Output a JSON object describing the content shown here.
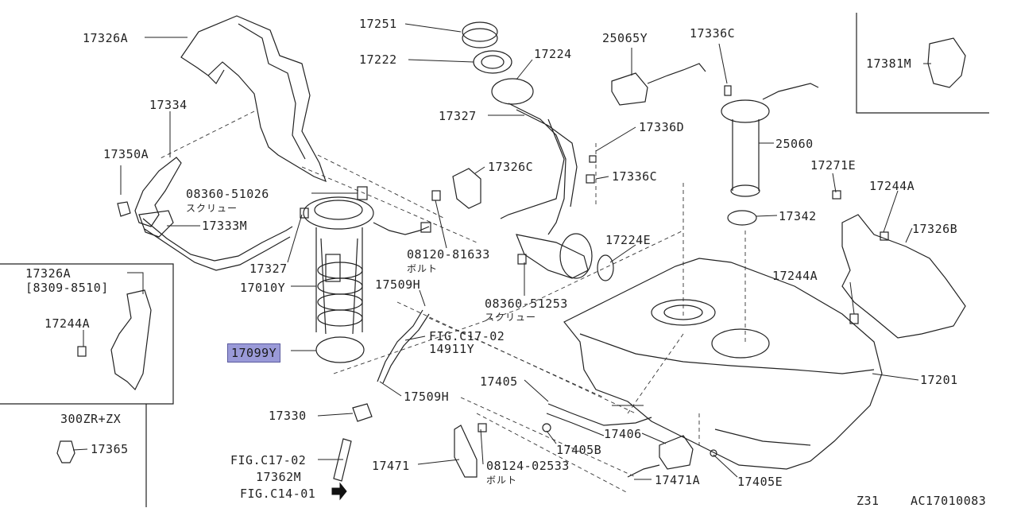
{
  "diagram": {
    "callouts": {
      "c17326a_top": "17326A",
      "c17334": "17334",
      "c17350a": "17350A",
      "c08360_51026": "08360-51026",
      "c08360_51026_jp": "スクリュー",
      "c17333m": "17333M",
      "c17327_left": "17327",
      "c17010y": "17010Y",
      "c17099y": "17099Y",
      "c17330": "17330",
      "c17251": "17251",
      "c17222": "17222",
      "c17224": "17224",
      "c17327_mid": "17327",
      "c17326c": "17326C",
      "c08120_81633": "08120-81633",
      "c08120_81633_jp": "ボルト",
      "c17509h_top": "17509H",
      "c08360_51253": "08360-51253",
      "c08360_51253_jp": "スクリュー",
      "c_fig_c17_02_a": "FIG.C17-02",
      "c14911y": "14911Y",
      "c17509h_bot": "17509H",
      "c17405": "17405",
      "c17471": "17471",
      "c08124_02533": "08124-02533",
      "c08124_02533_jp": "ボルト",
      "c_fig_c17_02_b": "FIG.C17-02",
      "c17362m": "17362M",
      "c_fig_c14_01": "FIG.C14-01",
      "c25065y": "25065Y",
      "c17336c_top": "17336C",
      "c17336d": "17336D",
      "c17336c_mid": "17336C",
      "c25060": "25060",
      "c17342": "17342",
      "c17224e": "17224E",
      "c17271e": "17271E",
      "c17244a_right_top": "17244A",
      "c17326b": "17326B",
      "c17244a_right_mid": "17244A",
      "c17201": "17201",
      "c17406": "17406",
      "c17405b": "17405B",
      "c17471a": "17471A",
      "c17405e": "17405E",
      "c17381m": "17381M"
    },
    "inset_left": {
      "part": "17326A",
      "date_range": "[8309-8510]",
      "bolt": "17244A",
      "variant": "300ZR+ZX",
      "clip": "17365"
    },
    "footer": {
      "model": "Z31",
      "illustration_code": "AC17010083"
    },
    "highlighted_part": "17099Y"
  }
}
